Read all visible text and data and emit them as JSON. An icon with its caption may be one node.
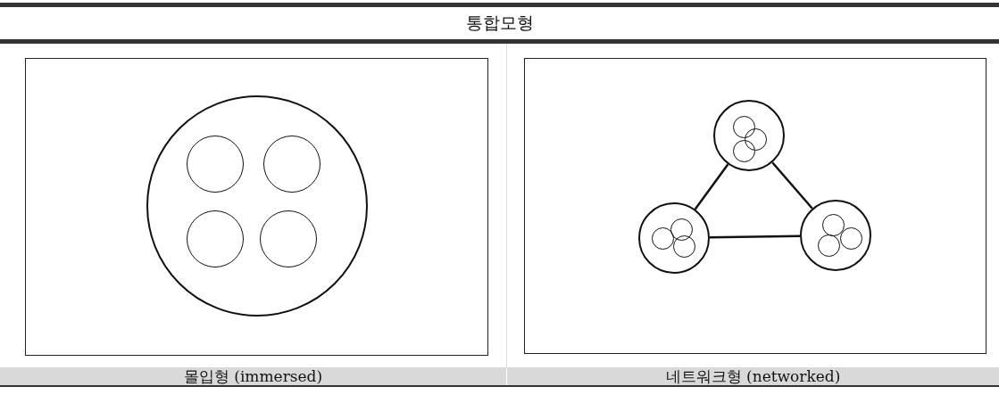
{
  "diagram": {
    "title": "통합모형",
    "nodes": [
      {
        "text": [],
        "shape": "circle"
      },
      {
        "text": [],
        "shape": "circle",
        "in": 0
      },
      {
        "text": [],
        "shape": "circle",
        "in": 0
      },
      {
        "text": [],
        "shape": "circle",
        "in": 0
      },
      {
        "text": [],
        "shape": "circle",
        "in": 0
      },
      {
        "text": [],
        "shape": "circle"
      },
      {
        "text": [],
        "shape": "circle",
        "in": 5
      },
      {
        "text": [],
        "shape": "circle",
        "in": 5
      },
      {
        "text": [],
        "shape": "circle",
        "in": 5
      },
      {
        "text": [],
        "shape": "circle"
      },
      {
        "text": [],
        "shape": "circle",
        "in": 9
      },
      {
        "text": [],
        "shape": "circle",
        "in": 9
      },
      {
        "text": [],
        "shape": "circle",
        "in": 9
      },
      {
        "text": [],
        "shape": "circle"
      },
      {
        "text": [],
        "shape": "circle",
        "in": 13
      },
      {
        "text": [],
        "shape": "circle",
        "in": 13
      },
      {
        "text": [],
        "shape": "circle",
        "in": 13
      }
    ],
    "edges": [
      {
        "from": 5,
        "to": 9,
        "arrow": "none"
      },
      {
        "from": 5,
        "to": 13,
        "arrow": "none"
      },
      {
        "from": 9,
        "to": 13,
        "arrow": "none"
      }
    ],
    "labels": [
      "몰입형 (immersed)",
      "네트워크형 (networked)"
    ]
  }
}
